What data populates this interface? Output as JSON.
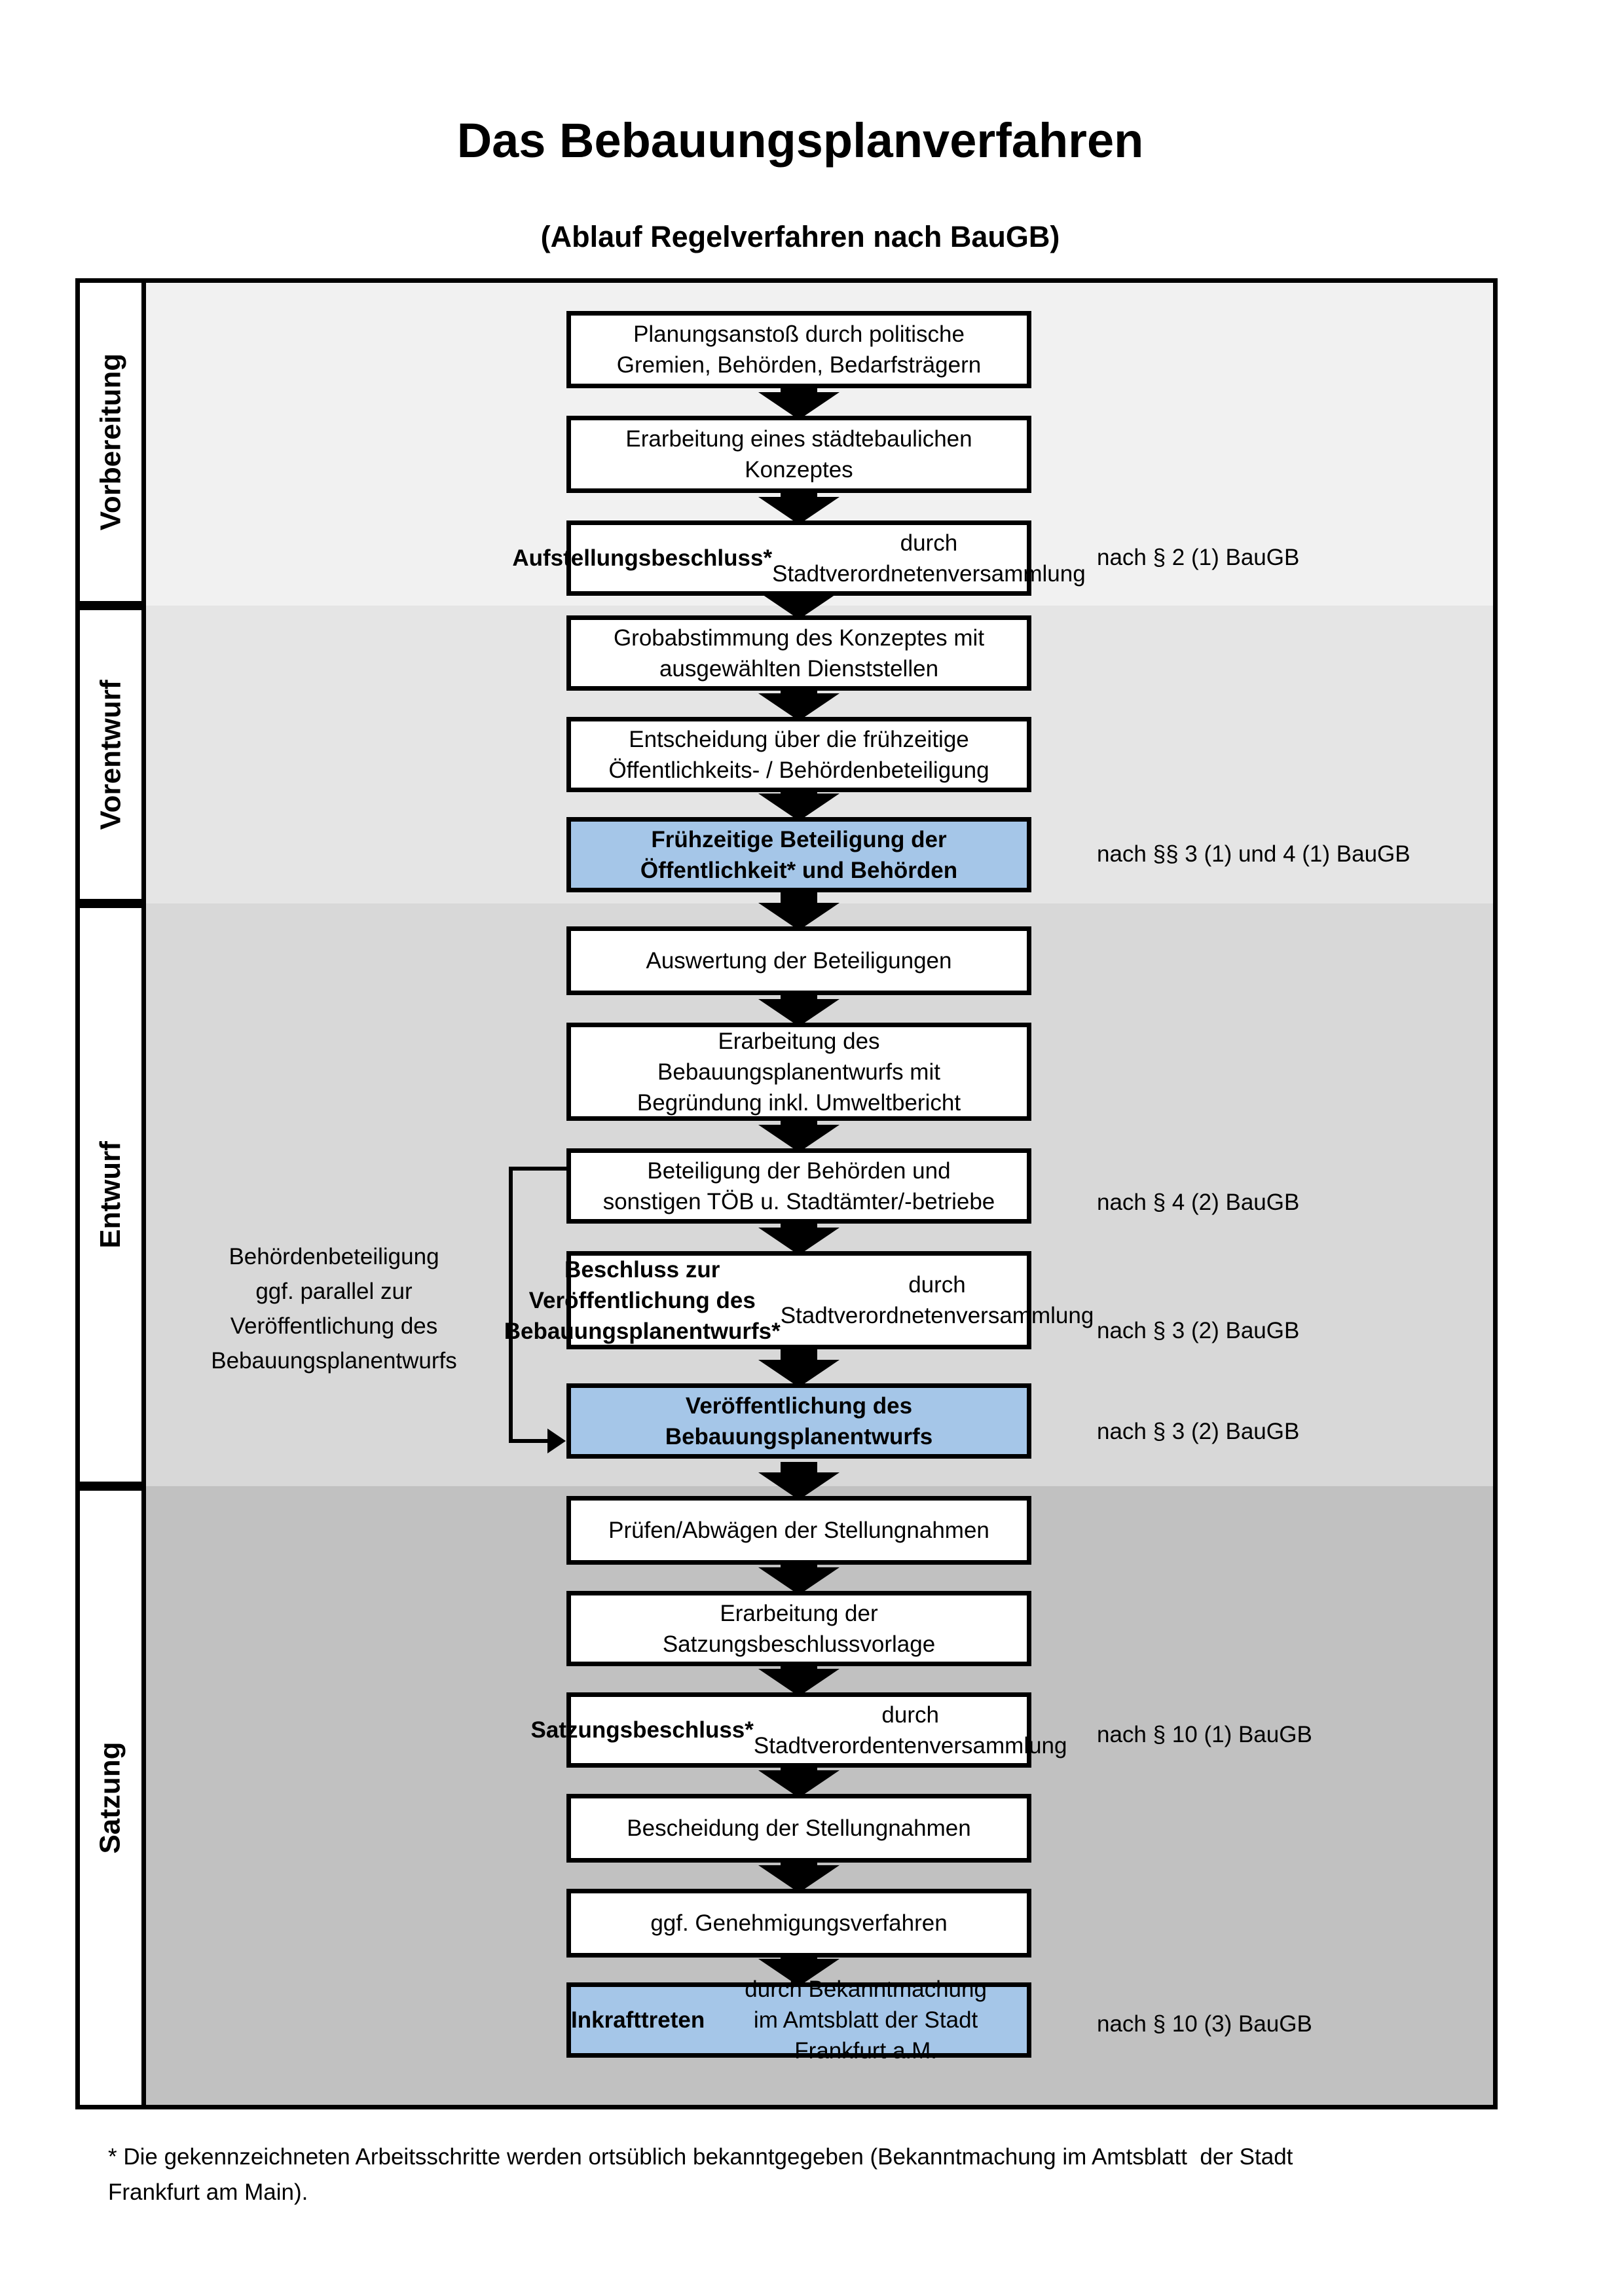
{
  "title": "Das Bebauungsplanverfahren",
  "subtitle": "(Ablauf Regelverfahren nach BauGB)",
  "colors": {
    "highlight_blue": "#a5c6e8",
    "band_vorbereitung": "#f1f1f1",
    "band_vorentwurf": "#e5e5e5",
    "band_entwurf": "#d8d8d8",
    "band_satzung": "#c1c1c1"
  },
  "phases": [
    {
      "label": "Vorbereitung"
    },
    {
      "label": "Vorentwurf"
    },
    {
      "label": "Entwurf"
    },
    {
      "label": "Satzung"
    }
  ],
  "steps": [
    {
      "highlight": false,
      "segments": [
        {
          "bold": false,
          "text": "Planungsanstoß durch politische\nGremien, Behörden, Bedarfsträgern"
        }
      ]
    },
    {
      "highlight": false,
      "segments": [
        {
          "bold": false,
          "text": "Erarbeitung eines städtebaulichen\nKonzeptes"
        }
      ]
    },
    {
      "highlight": false,
      "segments": [
        {
          "bold": true,
          "text": "Aufstellungsbeschluss*"
        },
        {
          "bold": false,
          "text": " durch\nStadtverordnetenversammlung"
        }
      ]
    },
    {
      "highlight": false,
      "segments": [
        {
          "bold": false,
          "text": "Grobabstimmung des Konzeptes mit\nausgewählten Dienststellen"
        }
      ]
    },
    {
      "highlight": false,
      "segments": [
        {
          "bold": false,
          "text": "Entscheidung über die frühzeitige\nÖffentlichkeits- / Behördenbeteiligung"
        }
      ]
    },
    {
      "highlight": true,
      "segments": [
        {
          "bold": true,
          "text": "Frühzeitige Beteiligung der\nÖffentlichkeit* und Behörden"
        }
      ]
    },
    {
      "highlight": false,
      "segments": [
        {
          "bold": false,
          "text": "Auswertung der Beteiligungen"
        }
      ]
    },
    {
      "highlight": false,
      "segments": [
        {
          "bold": false,
          "text": "Erarbeitung des\nBebauungsplanentwurfs mit\nBegründung inkl. Umweltbericht"
        }
      ]
    },
    {
      "highlight": false,
      "segments": [
        {
          "bold": false,
          "text": "Beteiligung der Behörden und\nsonstigen TÖB u. Stadtämter/-betriebe"
        }
      ]
    },
    {
      "highlight": false,
      "segments": [
        {
          "bold": true,
          "text": "Beschluss zur Veröffentlichung des\nBebauungsplanentwurfs*"
        },
        {
          "bold": false,
          "text": " durch\nStadtverordnetenversammlung"
        }
      ]
    },
    {
      "highlight": true,
      "segments": [
        {
          "bold": true,
          "text": "Veröffentlichung des\nBebauungsplanentwurfs"
        }
      ]
    },
    {
      "highlight": false,
      "segments": [
        {
          "bold": false,
          "text": "Prüfen/Abwägen der Stellungnahmen"
        }
      ]
    },
    {
      "highlight": false,
      "segments": [
        {
          "bold": false,
          "text": "Erarbeitung der\nSatzungsbeschlussvorlage"
        }
      ]
    },
    {
      "highlight": false,
      "segments": [
        {
          "bold": true,
          "text": "Satzungsbeschluss*"
        },
        {
          "bold": false,
          "text": " durch\nStadtverordentenversammlung"
        }
      ]
    },
    {
      "highlight": false,
      "segments": [
        {
          "bold": false,
          "text": "Bescheidung der Stellungnahmen"
        }
      ]
    },
    {
      "highlight": false,
      "segments": [
        {
          "bold": false,
          "text": "ggf. Genehmigungsverfahren"
        }
      ]
    },
    {
      "highlight": true,
      "segments": [
        {
          "bold": true,
          "text": "Inkrafttreten"
        },
        {
          "bold": false,
          "text": " durch Bekanntmachung\nim Amtsblatt der Stadt Frankfurt a.M."
        }
      ]
    }
  ],
  "references": [
    "nach § 2 (1) BauGB",
    "nach §§ 3 (1) und 4 (1) BauGB",
    "nach § 4 (2) BauGB",
    "nach § 3 (2) BauGB",
    "nach § 3 (2) BauGB",
    "nach § 10 (1) BauGB",
    "nach § 10 (3) BauGB"
  ],
  "annotation": "Behördenbeteiligung\nggf. parallel zur\nVeröffentlichung des\nBebauungsplanentwurfs",
  "footnote": "* Die gekennzeichneten Arbeitsschritte werden ortsüblich bekanntgegeben (Bekanntmachung im Amtsblatt  der Stadt\nFrankfurt am Main)."
}
